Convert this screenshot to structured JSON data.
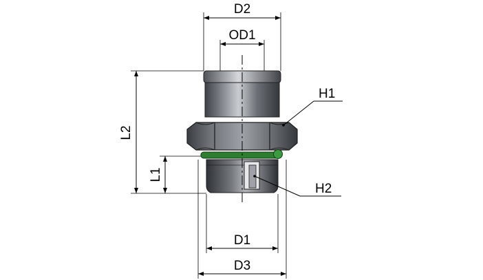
{
  "labels": {
    "d2": "D2",
    "od1": "OD1",
    "h1": "H1",
    "l2": "L2",
    "l1": "L1",
    "h2": "H2",
    "d1": "D1",
    "d3": "D3"
  },
  "colors": {
    "body_dark": "#4a4d52",
    "body_light": "#b8bcc2",
    "seal_green": "#2e7d32",
    "line": "#000000"
  }
}
